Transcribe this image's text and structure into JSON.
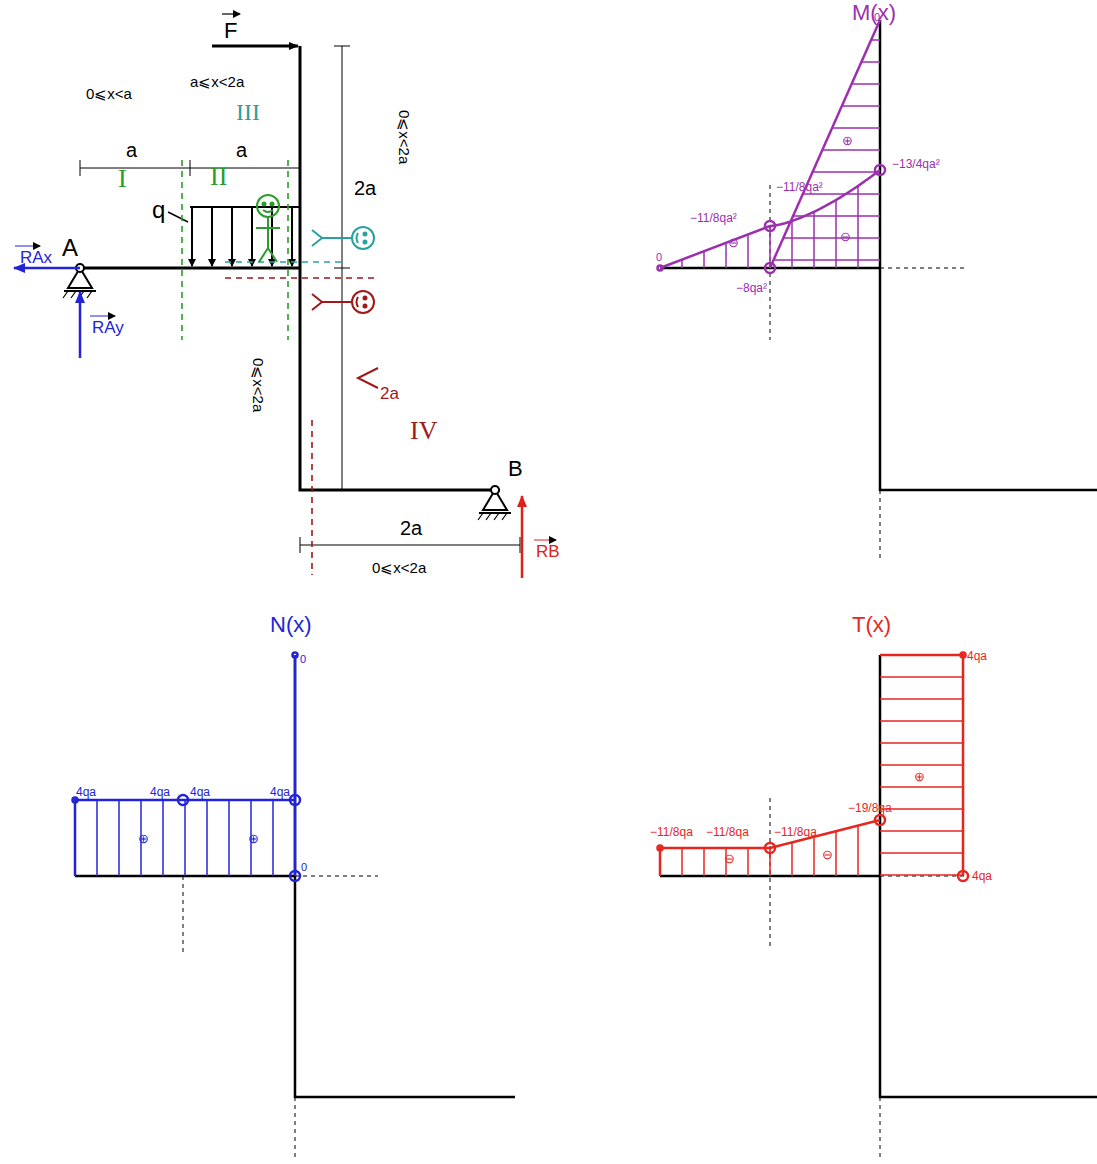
{
  "diagram": {
    "labels": [
      "F",
      "0⩽x<a",
      "a⩽x<2a",
      "III",
      "a",
      "a",
      "2a",
      "0⩽x<2a",
      "I",
      "q",
      "II",
      "A",
      "RAx",
      "RAy",
      "2a",
      "IV",
      "0⩽x<2a",
      "B",
      "2a",
      "0⩽x<2a",
      "RB",
      "M(x)",
      "0",
      "−13/4qa²",
      "⊕",
      "−11/8qa²",
      "−11/8qa²",
      "⊖",
      "⊖",
      "0",
      "−8qa²",
      "N(x)",
      "0",
      "4qa",
      "4qa",
      "4qa",
      "4qa",
      "⊕",
      "⊕",
      "0",
      "T(x)",
      "4qa",
      "⊕",
      "−11/8qa",
      "−11/8qa",
      "−11/8qa",
      "−19/8qa",
      "⊖",
      "⊖",
      "4qa"
    ]
  }
}
